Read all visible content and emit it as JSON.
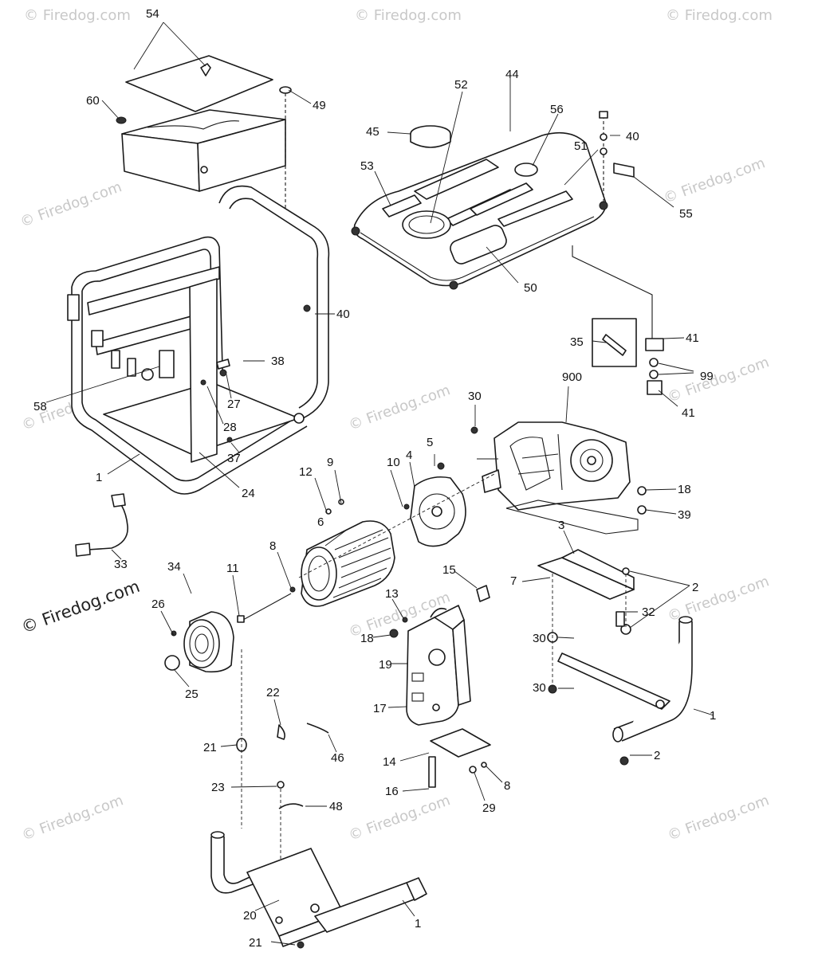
{
  "watermark": {
    "text": "© Firedog.com",
    "text_prominent": "© Firedog.com"
  },
  "callouts": {
    "c1_frame": "1",
    "c1_handle": "1",
    "c1_bracket": "1",
    "c2_a": "2",
    "c2_b": "2",
    "c3": "3",
    "c4": "4",
    "c5": "5",
    "c6": "6",
    "c7": "7",
    "c8_a": "8",
    "c8_b": "8",
    "c9": "9",
    "c10": "10",
    "c11": "11",
    "c12": "12",
    "c13": "13",
    "c14": "14",
    "c15": "15",
    "c16": "16",
    "c17": "17",
    "c18_a": "18",
    "c18_b": "18",
    "c19": "19",
    "c20": "20",
    "c21_a": "21",
    "c21_b": "21",
    "c22": "22",
    "c23": "23",
    "c24": "24",
    "c25": "25",
    "c26": "26",
    "c27": "27",
    "c28": "28",
    "c29": "29",
    "c30_a": "30",
    "c30_b": "30",
    "c30_c": "30",
    "c32": "32",
    "c33": "33",
    "c34": "34",
    "c35": "35",
    "c37": "37",
    "c38": "38",
    "c39": "39",
    "c40_a": "40",
    "c40_b": "40",
    "c41_a": "41",
    "c41_b": "41",
    "c44": "44",
    "c45": "45",
    "c46": "46",
    "c48": "48",
    "c49": "49",
    "c50": "50",
    "c51": "51",
    "c52": "52",
    "c53": "53",
    "c54": "54",
    "c55": "55",
    "c56": "56",
    "c58": "58",
    "c60": "60",
    "c99": "99",
    "c900": "900"
  }
}
